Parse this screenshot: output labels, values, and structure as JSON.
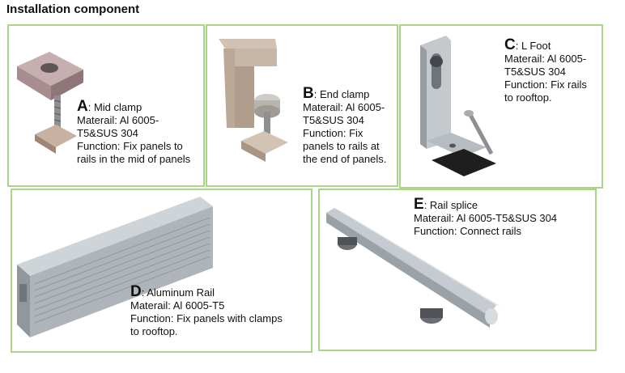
{
  "title": "Installation component",
  "components": [
    {
      "id": "a",
      "letter": "A",
      "name": ": Mid clamp",
      "material": "Materail: Al 6005-\nT5&SUS 304",
      "function": "Function: Fix panels to\nrails in the mid of panels"
    },
    {
      "id": "b",
      "letter": "B",
      "name": ": End clamp",
      "material": "Materail: Al 6005-\nT5&SUS 304",
      "function": "Function: Fix\npanels to rails at\nthe end of panels."
    },
    {
      "id": "c",
      "letter": "C",
      "name": ":  L Foot",
      "material": "Materail: Al 6005-\nT5&SUS 304",
      "function": "Function: Fix rails\nto rooftop."
    },
    {
      "id": "d",
      "letter": "D",
      "name": ": Aluminum Rail",
      "material": "Materail: Al 6005-T5",
      "function": "Function: Fix panels with clamps\nto rooftop."
    },
    {
      "id": "e",
      "letter": "E",
      "name": ": Rail splice",
      "material": "Materail: Al 6005-T5&SUS 304",
      "function": "Function: Connect rails"
    }
  ],
  "colors": {
    "card_border": "#a8d58a",
    "metal": "#b9bfc4",
    "metal_dark": "#8a9096"
  }
}
